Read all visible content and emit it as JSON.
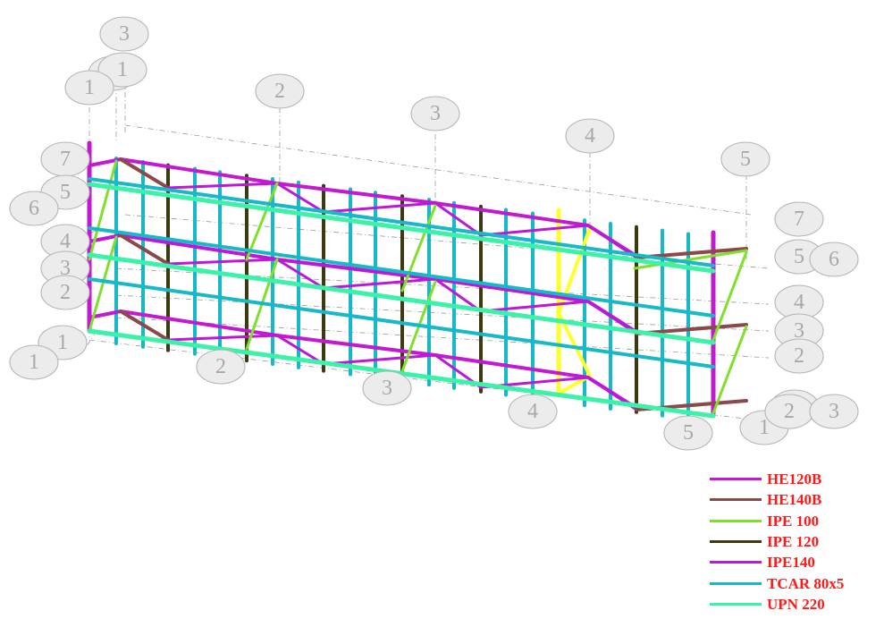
{
  "grid_bubbles": [
    {
      "label": "3"
    },
    {
      "label": "2"
    },
    {
      "label": "1"
    },
    {
      "label": "1"
    },
    {
      "label": "2"
    },
    {
      "label": "3"
    },
    {
      "label": "4"
    },
    {
      "label": "5"
    },
    {
      "label": "7"
    },
    {
      "label": "5"
    },
    {
      "label": "6"
    },
    {
      "label": "4"
    },
    {
      "label": "3"
    },
    {
      "label": "2"
    },
    {
      "label": "1"
    },
    {
      "label": "1"
    },
    {
      "label": "7"
    },
    {
      "label": "5"
    },
    {
      "label": "6"
    },
    {
      "label": "4"
    },
    {
      "label": "3"
    },
    {
      "label": "2"
    },
    {
      "label": "2"
    },
    {
      "label": "1"
    },
    {
      "label": "3"
    },
    {
      "label": "1"
    },
    {
      "label": "2"
    },
    {
      "label": "3"
    },
    {
      "label": "4"
    },
    {
      "label": "5"
    }
  ],
  "legend": {
    "items": [
      {
        "label": "HE120B",
        "color": "#c21ad0"
      },
      {
        "label": "HE140B",
        "color": "#8a4a4a"
      },
      {
        "label": "IPE 100",
        "color": "#7fe02a"
      },
      {
        "label": "IPE 120",
        "color": "#3d3a12"
      },
      {
        "label": "IPE140",
        "color": "#bb18d8"
      },
      {
        "label": "TCAR 80x5",
        "color": "#17b8c8"
      },
      {
        "label": "UPN 220",
        "color": "#3cf2a8"
      }
    ]
  },
  "highlight_color": "#ffff2a"
}
